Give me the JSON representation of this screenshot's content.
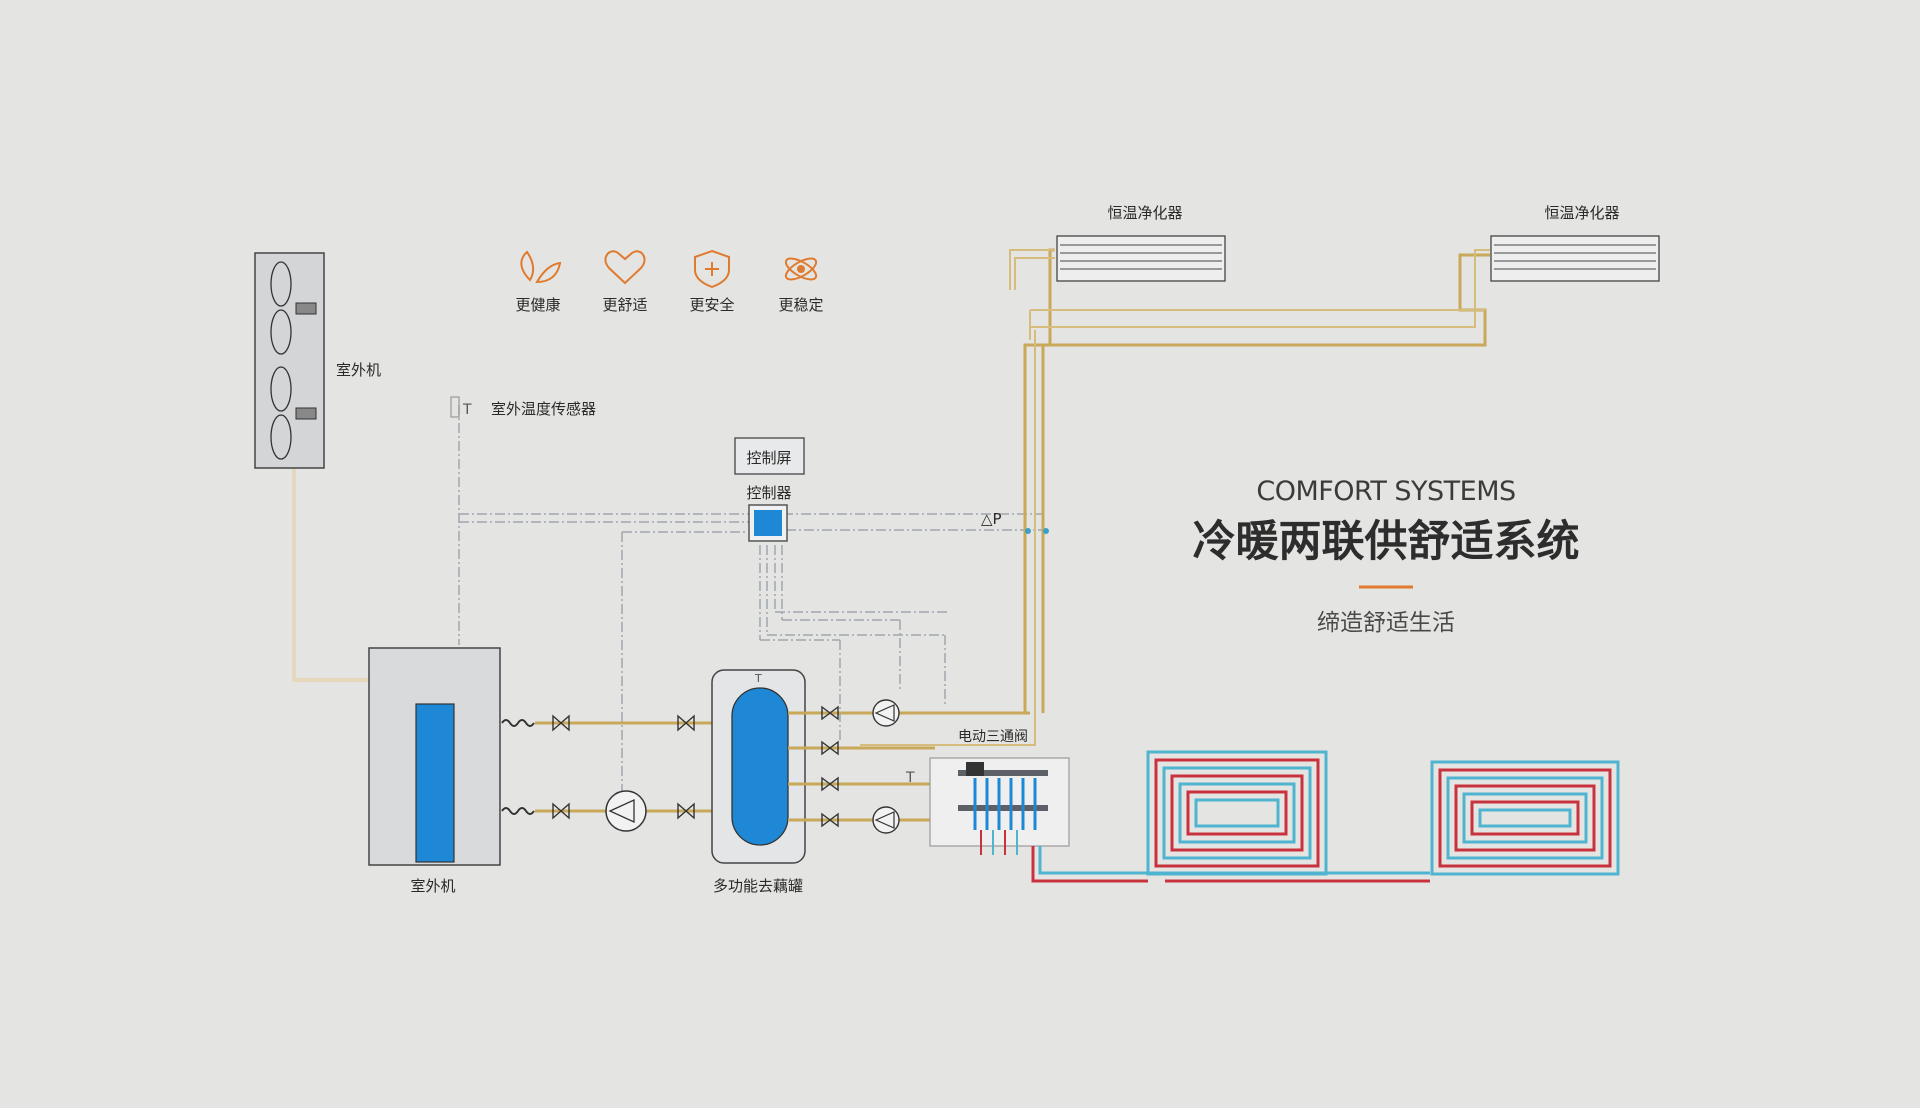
{
  "heading": {
    "english": "COMFORT SYSTEMS",
    "chinese": "冷暖两联供舒适系统",
    "subtitle": "缔造舒适生活"
  },
  "features": [
    {
      "icon": "leaves-icon",
      "label": "更健康"
    },
    {
      "icon": "heart-icon",
      "label": "更舒适"
    },
    {
      "icon": "shield-plus-icon",
      "label": "更安全"
    },
    {
      "icon": "atom-icon",
      "label": "更稳定"
    }
  ],
  "labels": {
    "fan_unit": "室外机",
    "outdoor_unit": "室外机",
    "outdoor_sensor": "室外温度传感器",
    "control_screen": "控制屏",
    "controller": "控制器",
    "tank": "多功能去藕罐",
    "three_way_valve": "电动三通阀",
    "purifier_1": "恒温净化器",
    "purifier_2": "恒温净化器",
    "delta_p": "△P",
    "t_marker": "T"
  },
  "colors": {
    "accent": "#e07a2e",
    "background": "#e4e5e3",
    "water_blue": "#1f88d6",
    "pipe_gold": "#c9a85a",
    "floor_red": "#c8323c",
    "floor_cyan": "#4fb4cf"
  }
}
